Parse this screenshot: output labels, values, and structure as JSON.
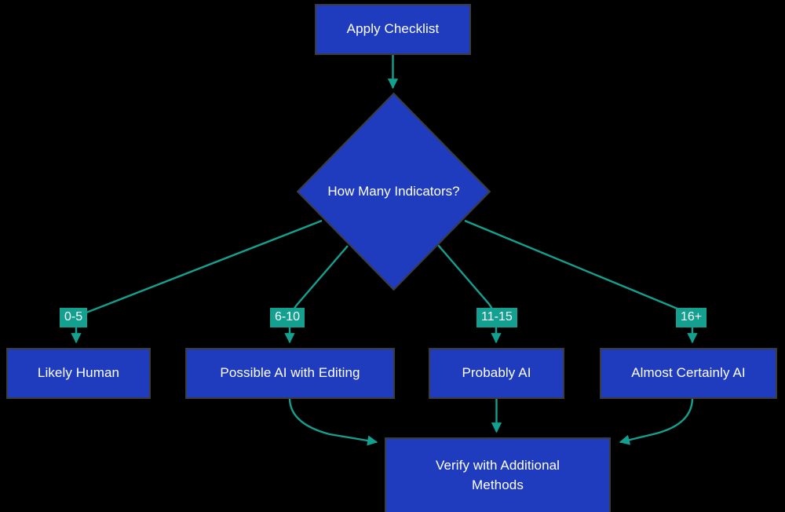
{
  "diagram": {
    "title": "AI Detection Checklist Decision Flow",
    "type": "flowchart",
    "background_color": "#000000",
    "node_fill_color": "#1f3cbf",
    "node_border_color": "#3c3c3c",
    "node_text_color": "#ffffff",
    "edge_color": "#14a090",
    "edge_label_bg_color": "#14a090",
    "edge_label_text_color": "#ffffff"
  },
  "nodes": {
    "start": {
      "id": "start",
      "label": "Apply Checklist",
      "shape": "rect"
    },
    "decision": {
      "id": "decision",
      "label": "How Many Indicators?",
      "shape": "diamond"
    },
    "outcome_human": {
      "id": "outcome_human",
      "label": "Likely Human",
      "shape": "rect"
    },
    "outcome_possible": {
      "id": "outcome_possible",
      "label": "Possible AI with Editing",
      "shape": "rect"
    },
    "outcome_probable": {
      "id": "outcome_probable",
      "label": "Probably AI",
      "shape": "rect"
    },
    "outcome_certain": {
      "id": "outcome_certain",
      "label": "Almost Certainly AI",
      "shape": "rect"
    },
    "verify": {
      "id": "verify",
      "label": "Verify with Additional\nMethods",
      "line1": "Verify with Additional",
      "line2": "Methods",
      "shape": "rect"
    }
  },
  "edges": [
    {
      "from": "start",
      "to": "decision",
      "label": ""
    },
    {
      "from": "decision",
      "to": "outcome_human",
      "label": "0-5"
    },
    {
      "from": "decision",
      "to": "outcome_possible",
      "label": "6-10"
    },
    {
      "from": "decision",
      "to": "outcome_probable",
      "label": "11-15"
    },
    {
      "from": "decision",
      "to": "outcome_certain",
      "label": "16+"
    },
    {
      "from": "outcome_possible",
      "to": "verify",
      "label": ""
    },
    {
      "from": "outcome_probable",
      "to": "verify",
      "label": ""
    },
    {
      "from": "outcome_certain",
      "to": "verify",
      "label": ""
    }
  ],
  "edge_labels": {
    "range_low": "0-5",
    "range_mid": "6-10",
    "range_high": "11-15",
    "range_max": "16+"
  }
}
